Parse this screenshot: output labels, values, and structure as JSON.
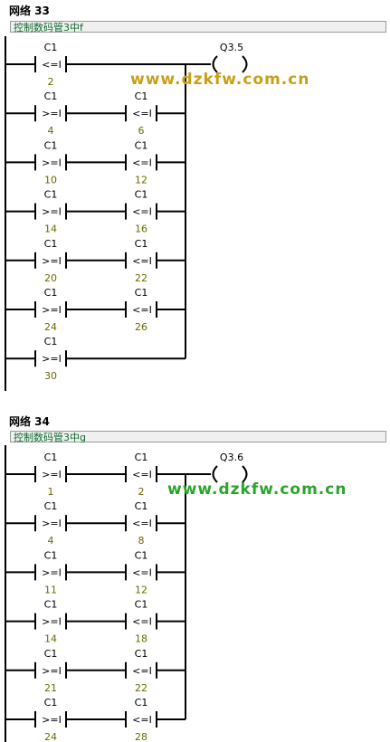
{
  "networks": [
    {
      "title": "网络 33",
      "comment": "控制数码管3中f",
      "coil": "Q3.5",
      "rungs": [
        [
          {
            "addr": "C1",
            "op": "<=I",
            "val": "2"
          }
        ],
        [
          {
            "addr": "C1",
            "op": ">=I",
            "val": "4"
          },
          {
            "addr": "C1",
            "op": "<=I",
            "val": "6"
          }
        ],
        [
          {
            "addr": "C1",
            "op": ">=I",
            "val": "10"
          },
          {
            "addr": "C1",
            "op": "<=I",
            "val": "12"
          }
        ],
        [
          {
            "addr": "C1",
            "op": ">=I",
            "val": "14"
          },
          {
            "addr": "C1",
            "op": "<=I",
            "val": "16"
          }
        ],
        [
          {
            "addr": "C1",
            "op": ">=I",
            "val": "20"
          },
          {
            "addr": "C1",
            "op": "<=I",
            "val": "22"
          }
        ],
        [
          {
            "addr": "C1",
            "op": ">=I",
            "val": "24"
          },
          {
            "addr": "C1",
            "op": "<=I",
            "val": "26"
          }
        ],
        [
          {
            "addr": "C1",
            "op": ">=I",
            "val": "30"
          }
        ]
      ]
    },
    {
      "title": "网络 34",
      "comment": "控制数码管3中g",
      "coil": "Q3.6",
      "rungs": [
        [
          {
            "addr": "C1",
            "op": ">=I",
            "val": "1"
          },
          {
            "addr": "C1",
            "op": "<=I",
            "val": "2"
          }
        ],
        [
          {
            "addr": "C1",
            "op": ">=I",
            "val": "4"
          },
          {
            "addr": "C1",
            "op": "<=I",
            "val": "8"
          }
        ],
        [
          {
            "addr": "C1",
            "op": ">=I",
            "val": "11"
          },
          {
            "addr": "C1",
            "op": "<=I",
            "val": "12"
          }
        ],
        [
          {
            "addr": "C1",
            "op": ">=I",
            "val": "14"
          },
          {
            "addr": "C1",
            "op": "<=I",
            "val": "18"
          }
        ],
        [
          {
            "addr": "C1",
            "op": ">=I",
            "val": "21"
          },
          {
            "addr": "C1",
            "op": "<=I",
            "val": "22"
          }
        ],
        [
          {
            "addr": "C1",
            "op": ">=I",
            "val": "24"
          },
          {
            "addr": "C1",
            "op": "<=I",
            "val": "28"
          }
        ]
      ]
    }
  ],
  "watermark": "www.dzkfw.com.cn",
  "colors": {
    "value_text": "#6b6b00",
    "comment_text": "#0b6b2b",
    "watermark_1": "#c8a018",
    "watermark_2": "#2aa52a"
  }
}
